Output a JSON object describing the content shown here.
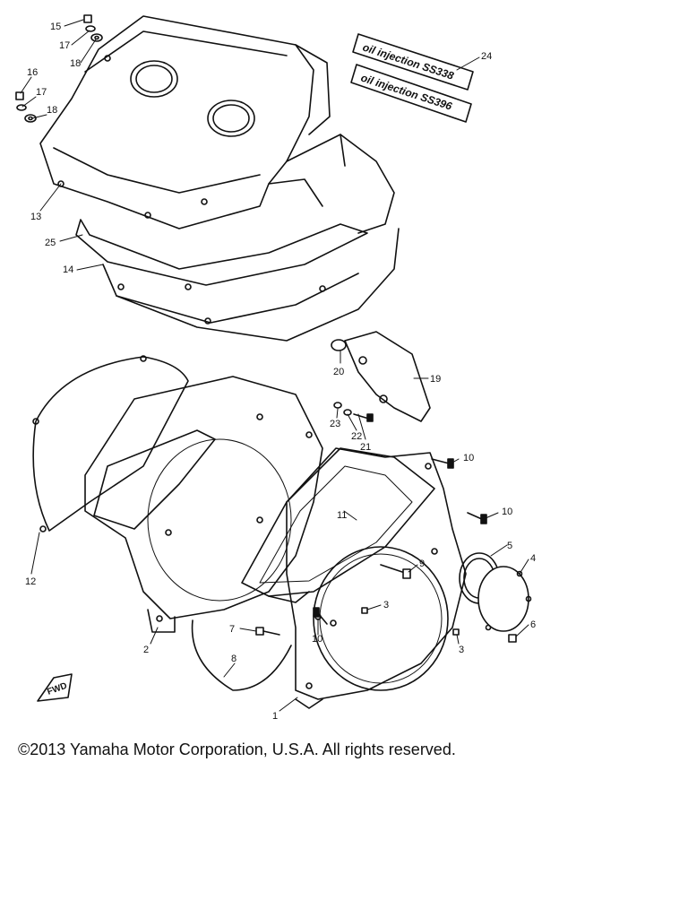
{
  "callouts": {
    "c1": "1",
    "c2": "2",
    "c3a": "3",
    "c3b": "3",
    "c4": "4",
    "c5": "5",
    "c6": "6",
    "c7": "7",
    "c8": "8",
    "c9": "9",
    "c10a": "10",
    "c10b": "10",
    "c10c": "10",
    "c11": "11",
    "c12": "12",
    "c13": "13",
    "c14": "14",
    "c15": "15",
    "c16": "16",
    "c17a": "17",
    "c17b": "17",
    "c18a": "18",
    "c18b": "18",
    "c19": "19",
    "c20": "20",
    "c21": "21",
    "c22": "22",
    "c23": "23",
    "c24": "24",
    "c25": "25"
  },
  "decals": {
    "top": "oil injection SS338",
    "bottom": "oil injection SS396"
  },
  "fwd_marker": "FWD",
  "copyright": "©2013 Yamaha Motor Corporation, U.S.A. All rights reserved."
}
